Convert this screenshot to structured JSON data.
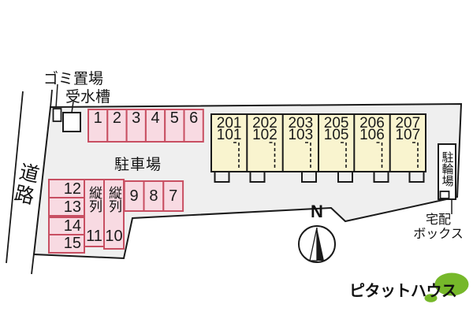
{
  "site": {
    "road_label": "道路",
    "parking_lot_label": "駐車場",
    "garbage_label": "ゴミ置場",
    "water_tank_label": "受水槽",
    "bicycle_label": "駐輪場",
    "delivery_line1": "宅配",
    "delivery_line2": "ボックス",
    "north_label": "N"
  },
  "parking": {
    "top_spaces": [
      "1",
      "2",
      "3",
      "4",
      "5",
      "6"
    ],
    "left_column": [
      "12",
      "13",
      "14",
      "15"
    ],
    "tandem": [
      {
        "label": "縦列",
        "number": "11"
      },
      {
        "label": "縦列",
        "number": "10"
      }
    ],
    "middle_row": [
      "9",
      "8",
      "7"
    ]
  },
  "building": {
    "units": [
      {
        "upper": "201",
        "lower": "101"
      },
      {
        "upper": "202",
        "lower": "102"
      },
      {
        "upper": "203",
        "lower": "103"
      },
      {
        "upper": "205",
        "lower": "105"
      },
      {
        "upper": "206",
        "lower": "106"
      },
      {
        "upper": "207",
        "lower": "107"
      }
    ]
  },
  "logo": {
    "text": "ピタットハウス"
  },
  "colors": {
    "site_fill": "#efefef",
    "line_black": "#1a1a1a",
    "parking_fill": "#f8dae2",
    "parking_border": "#c84f62",
    "building_fill": "#f9f4cf",
    "white": "#ffffff",
    "logo_green": "#76b82a"
  }
}
